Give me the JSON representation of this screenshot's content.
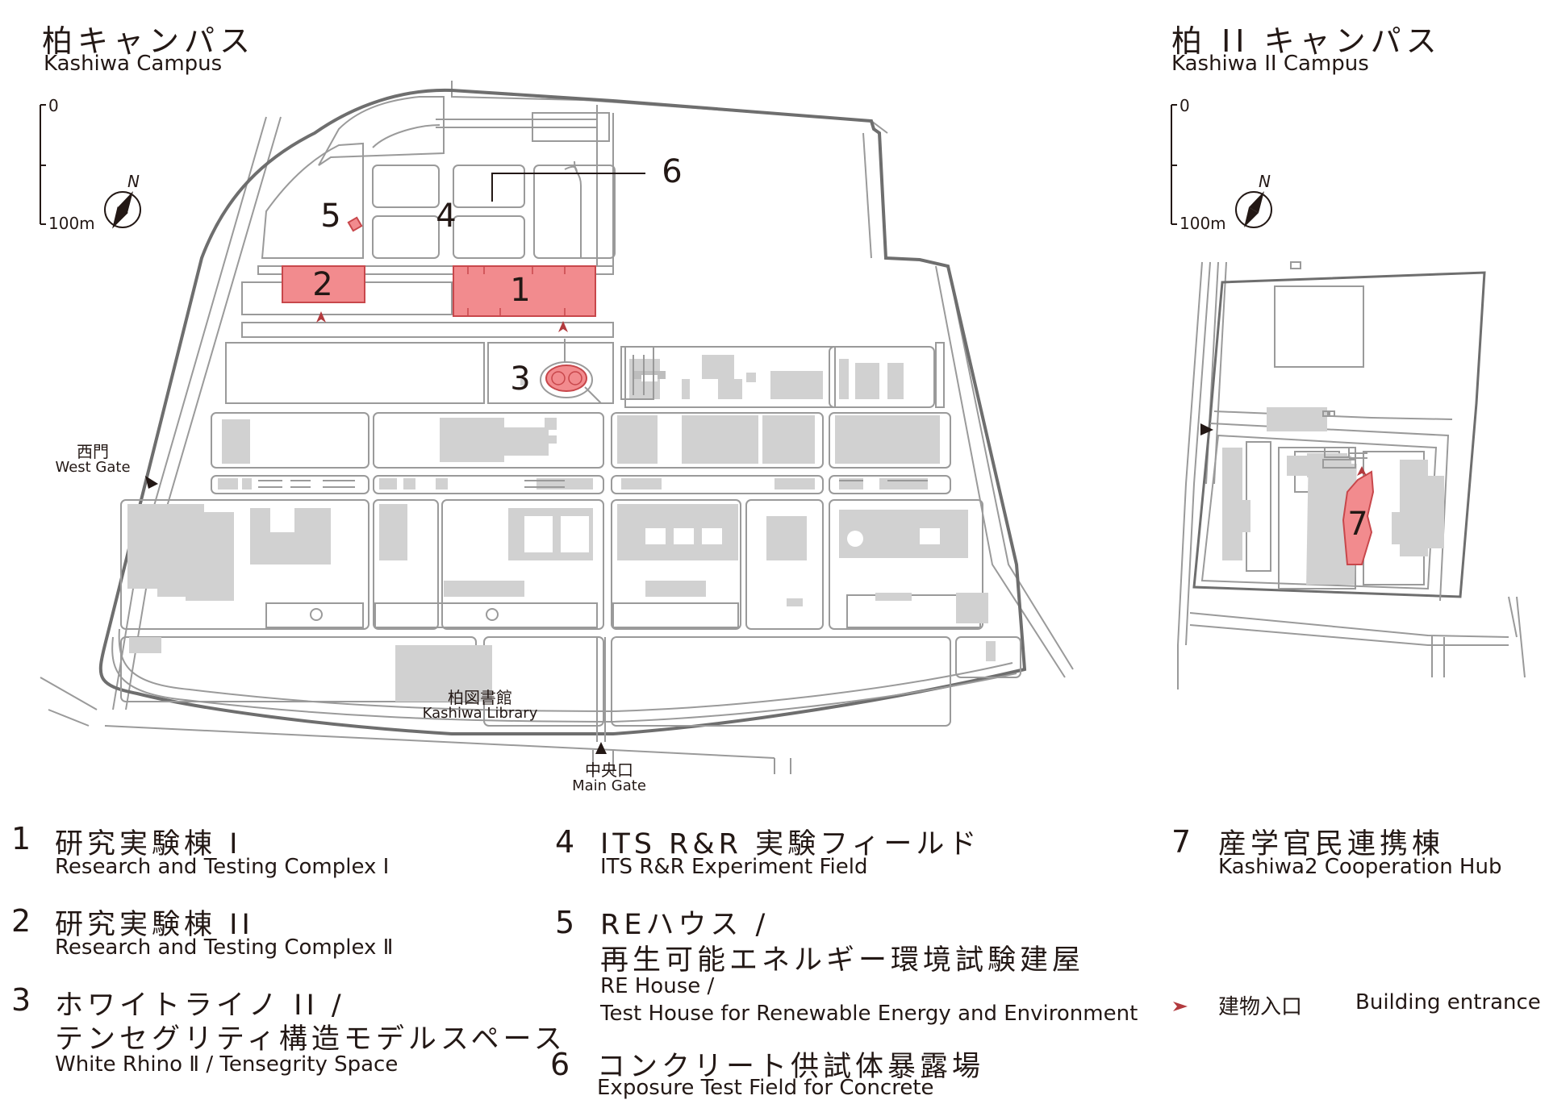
{
  "kashiwa": {
    "title_ja": "柏キャンパス",
    "title_en": "Kashiwa Campus",
    "scale_top": "0",
    "scale_bottom": "100m",
    "north": "N",
    "west_gate_ja": "西門",
    "west_gate_en": "West Gate",
    "main_gate_ja": "中央口",
    "main_gate_en": "Main Gate",
    "library_ja": "柏図書館",
    "library_en": "Kashiwa Library",
    "markers": [
      "1",
      "2",
      "3",
      "4",
      "5",
      "6"
    ]
  },
  "kashiwa2": {
    "title_ja": "柏 II キャンパス",
    "title_en": "Kashiwa II Campus",
    "scale_top": "0",
    "scale_bottom": "100m",
    "north": "N",
    "markers": [
      "7"
    ]
  },
  "legend": {
    "items": [
      {
        "num": "1",
        "ja": [
          "研究実験棟 I"
        ],
        "en": [
          "Research and Testing Complex Ⅰ"
        ]
      },
      {
        "num": "2",
        "ja": [
          "研究実験棟 II"
        ],
        "en": [
          "Research and Testing Complex Ⅱ"
        ]
      },
      {
        "num": "3",
        "ja": [
          "ホワイトライノ II /",
          "テンセグリティ構造モデルスペース"
        ],
        "en": [
          "White Rhino Ⅱ / Tensegrity Space"
        ]
      },
      {
        "num": "4",
        "ja": [
          "ITS R&R 実験フィールド"
        ],
        "en": [
          "ITS R&R Experiment Field"
        ]
      },
      {
        "num": "5",
        "ja": [
          "REハウス /",
          "再生可能エネルギー環境試験建屋"
        ],
        "en": [
          "RE House /",
          "Test House for Renewable Energy and Environment"
        ]
      },
      {
        "num": "6",
        "ja": [
          "コンクリート供試体暴露場"
        ],
        "en": [
          "Exposure Test Field for Concrete"
        ]
      },
      {
        "num": "7",
        "ja": [
          "産学官民連携棟"
        ],
        "en": [
          "Kashiwa2 Cooperation Hub"
        ]
      }
    ],
    "entrance_ja": "建物入口",
    "entrance_en": "Building entrance"
  },
  "colors": {
    "highlight_fill": "#f28b8e",
    "highlight_stroke": "#c8474b",
    "building_gray": "#d1d1d1",
    "road_line": "#9a9a9a",
    "boundary": "#6e6e6e",
    "entrance_arrow": "#b23a3e"
  }
}
